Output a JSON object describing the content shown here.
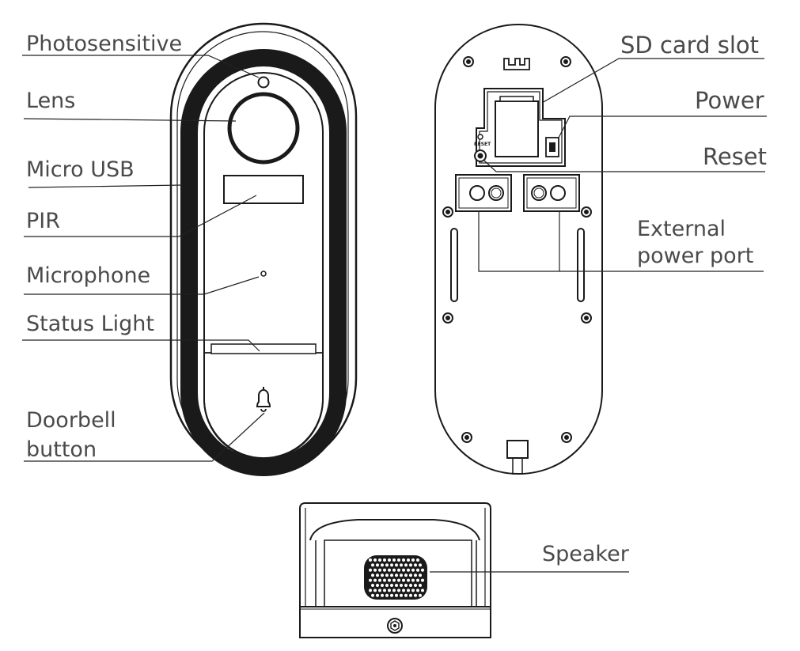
{
  "front_labels": {
    "photosensitive": "Photosensitive",
    "lens": "Lens",
    "micro_usb": "Micro USB",
    "pir": "PIR",
    "microphone": "Microphone",
    "status_light": "Status Light",
    "doorbell_button_line1": "Doorbell",
    "doorbell_button_line2": "button"
  },
  "back_labels": {
    "sd_card_slot": "SD card slot",
    "power": "Power",
    "reset": "Reset",
    "external_power_port_line1": "External",
    "external_power_port_line2": "power port",
    "reset_tiny": "RESET"
  },
  "bottom_labels": {
    "speaker": "Speaker"
  },
  "icons": {
    "doorbell_button": "bell-icon"
  }
}
